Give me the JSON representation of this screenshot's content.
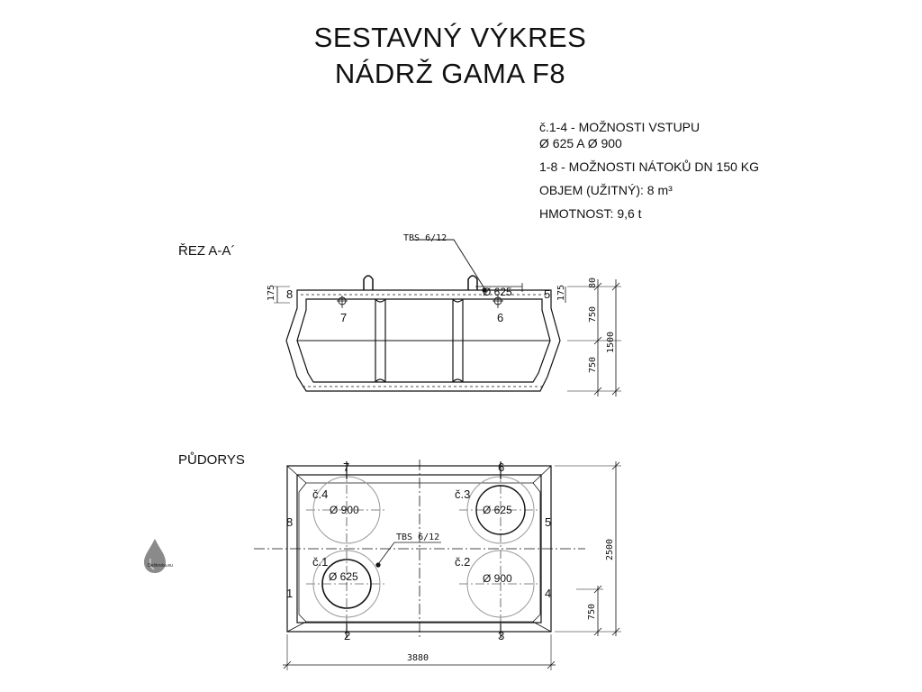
{
  "header": {
    "title_line1": "SESTAVNÝ VÝKRES",
    "title_line2": "NÁDRŽ GAMA F8"
  },
  "notes": {
    "entry_options": "č.1-4 - MOŽNOSTI VSTUPU",
    "entry_diameters": "Ø 625 A Ø 900",
    "inlet_options": "1-8 - MOŽNOSTI NÁTOKŮ DN 150 KG",
    "volume": "OBJEM (UŽITNÝ): 8 m³",
    "weight": "HMOTNOST: 9,6 t"
  },
  "section_view": {
    "label": "ŘEZ A-A´",
    "callout": "TBS 6/12",
    "opening_label": "Ø 625",
    "inlets": {
      "left_top": "8",
      "left_mid": "7",
      "right_mid": "6",
      "right_top": "5"
    },
    "dims": {
      "left_175": "175",
      "right_175": "175",
      "top_80": "80",
      "upper_750": "750",
      "lower_750": "750",
      "total_1500": "1500"
    }
  },
  "plan_view": {
    "label": "PŮDORYS",
    "callout": "TBS 6/12",
    "openings": [
      {
        "id": "č.4",
        "diameter": "Ø 900"
      },
      {
        "id": "č.3",
        "diameter": "Ø 625"
      },
      {
        "id": "č.1",
        "diameter": "Ø 625"
      },
      {
        "id": "č.2",
        "diameter": "Ø 900"
      }
    ],
    "inlets": {
      "n1": "1",
      "n2": "2",
      "n3": "3",
      "n4": "4",
      "n5": "5",
      "n6": "6",
      "n7": "7",
      "n8": "8"
    },
    "dims": {
      "length": "3880",
      "width": "2500",
      "offset_750": "750"
    }
  },
  "watermark": {
    "text": "Deštovka.eu"
  }
}
